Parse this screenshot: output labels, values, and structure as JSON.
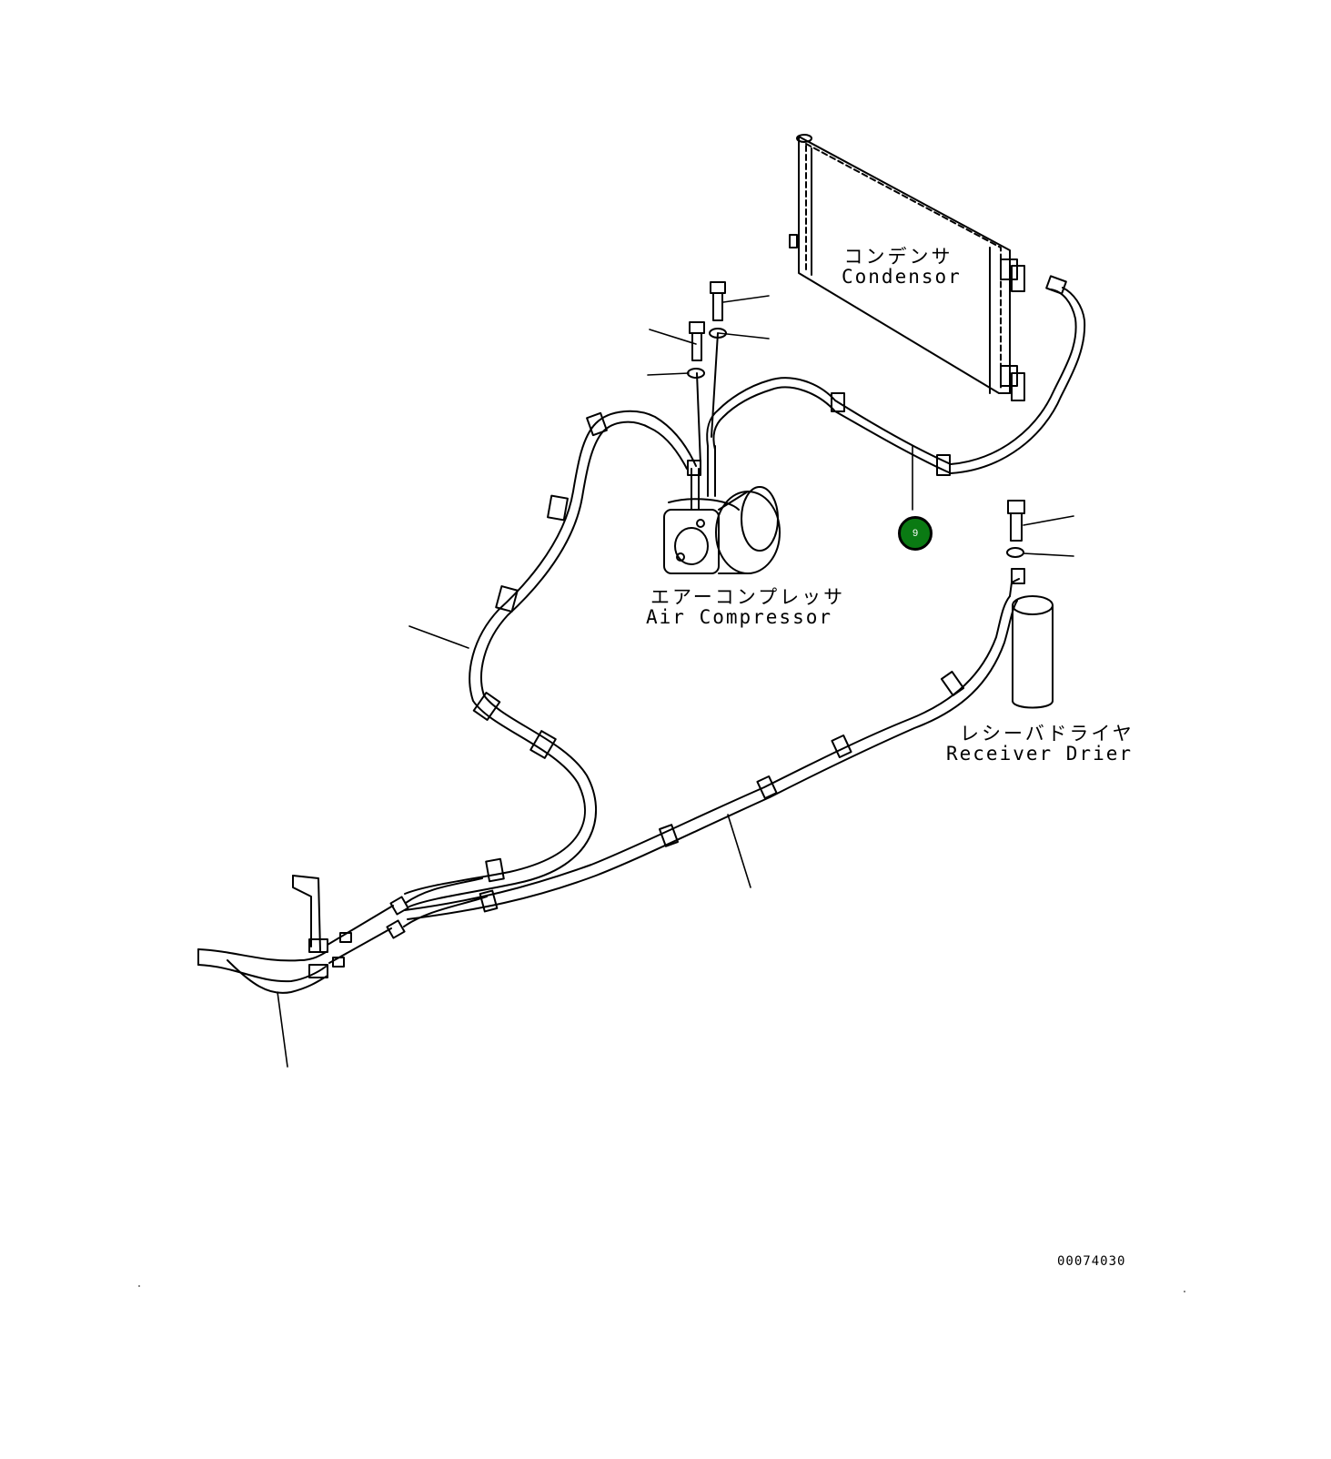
{
  "labels": {
    "condensor_jp": "コンデンサ",
    "condensor_en": "Condensor",
    "compressor_jp": "エアーコンプレッサ",
    "compressor_en": "Air Compressor",
    "drier_jp": "レシーバドライヤ",
    "drier_en": "Receiver Drier"
  },
  "callout": {
    "number": "9",
    "color": "#0a7a13"
  },
  "document_number": "00074030"
}
